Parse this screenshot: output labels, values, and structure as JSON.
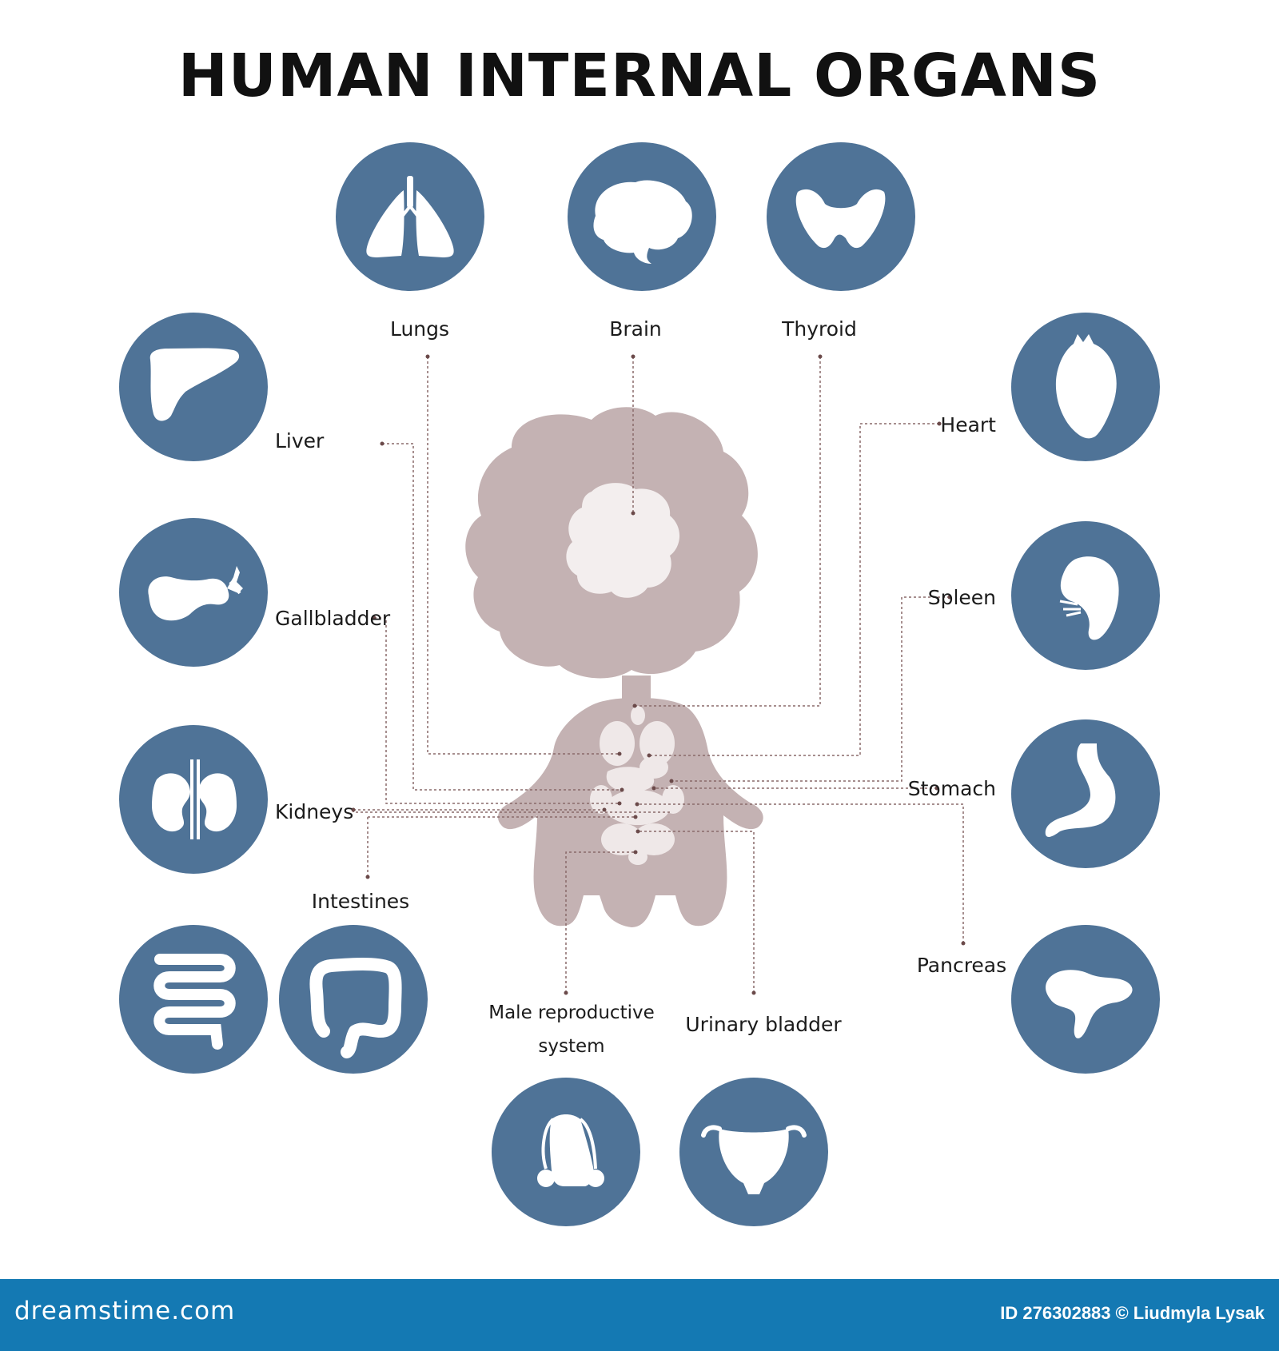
{
  "title": "HUMAN INTERNAL ORGANS",
  "colors": {
    "icon_circle": "#4f7397",
    "body_silhouette": "#c4b2b3",
    "organ_fill": "#efe8e8",
    "leader_line": "#8a6a6a",
    "footer": "#1479b3"
  },
  "organs": [
    {
      "id": "lungs",
      "label": "Lungs",
      "icon": "lungs-icon"
    },
    {
      "id": "brain",
      "label": "Brain",
      "icon": "brain-icon"
    },
    {
      "id": "thyroid",
      "label": "Thyroid",
      "icon": "thyroid-icon"
    },
    {
      "id": "liver",
      "label": "Liver",
      "icon": "liver-icon"
    },
    {
      "id": "heart",
      "label": "Heart",
      "icon": "heart-icon"
    },
    {
      "id": "gallbladder",
      "label": "Gallbladder",
      "icon": "gallbladder-icon"
    },
    {
      "id": "spleen",
      "label": "Spleen",
      "icon": "spleen-icon"
    },
    {
      "id": "kidneys",
      "label": "Kidneys",
      "icon": "kidneys-icon"
    },
    {
      "id": "stomach",
      "label": "Stomach",
      "icon": "stomach-icon"
    },
    {
      "id": "intestines",
      "label": "Intestines",
      "icon": "intestines-icon"
    },
    {
      "id": "pancreas",
      "label": "Pancreas",
      "icon": "pancreas-icon"
    },
    {
      "id": "male_reproductive",
      "label_line1": "Male reproductive",
      "label_line2": "system",
      "icon": "male-reproductive-icon"
    },
    {
      "id": "urinary_bladder",
      "label": "Urinary bladder",
      "icon": "urinary-bladder-icon"
    }
  ],
  "footer": {
    "brand": "dreamstime.com",
    "id_text": "ID 276302883",
    "copyright_symbol": "©",
    "author": "Liudmyla Lysak"
  }
}
